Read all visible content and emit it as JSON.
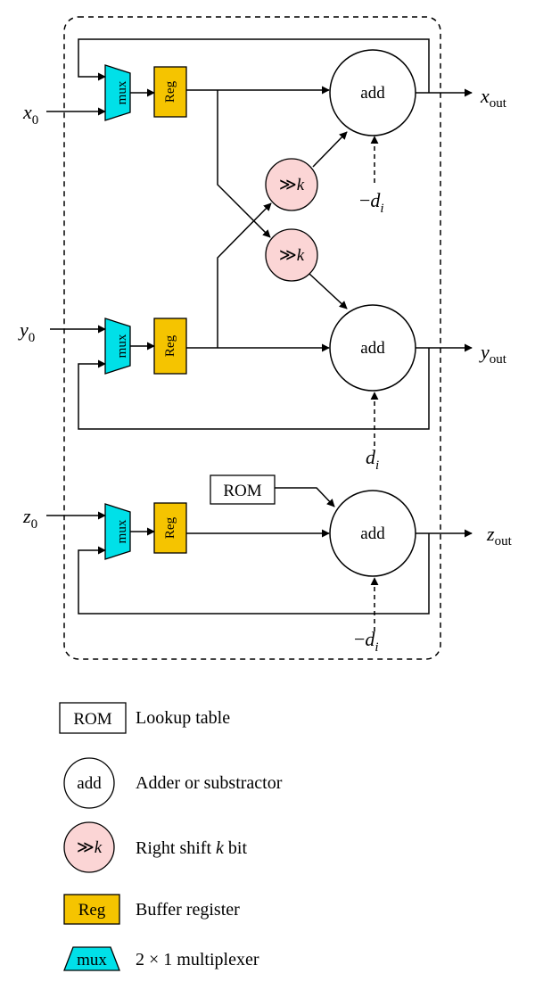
{
  "colors": {
    "mux_fill": "#00e0e8",
    "reg_fill": "#f5c400",
    "shift_fill": "#fbd5d5",
    "adder_fill": "#ffffff",
    "stroke": "#000000"
  },
  "inputs": {
    "x": {
      "var": "x",
      "sub": "0"
    },
    "y": {
      "var": "y",
      "sub": "0"
    },
    "z": {
      "var": "z",
      "sub": "0"
    }
  },
  "outputs": {
    "x": {
      "var": "x",
      "sub": "out"
    },
    "y": {
      "var": "y",
      "sub": "out"
    },
    "z": {
      "var": "z",
      "sub": "out"
    }
  },
  "blocks": {
    "mux_label": "mux",
    "reg_label": "Reg",
    "add_label": "add",
    "shift_label": "≫",
    "shift_var": "k",
    "rom_label": "ROM"
  },
  "directions": {
    "x": {
      "sign": "−",
      "var": "d",
      "sub": "i"
    },
    "y": {
      "sign": "",
      "var": "d",
      "sub": "i"
    },
    "z": {
      "sign": "−",
      "var": "d",
      "sub": "i"
    }
  },
  "legend": [
    {
      "symbol": "rom",
      "text": "Lookup table"
    },
    {
      "symbol": "add",
      "text": "Adder or substractor"
    },
    {
      "symbol": "shift",
      "text_before": "Right shift ",
      "text_var": "k",
      "text_after": " bit"
    },
    {
      "symbol": "reg",
      "text": "Buffer register"
    },
    {
      "symbol": "mux",
      "text": "2 × 1 multiplexer"
    }
  ]
}
